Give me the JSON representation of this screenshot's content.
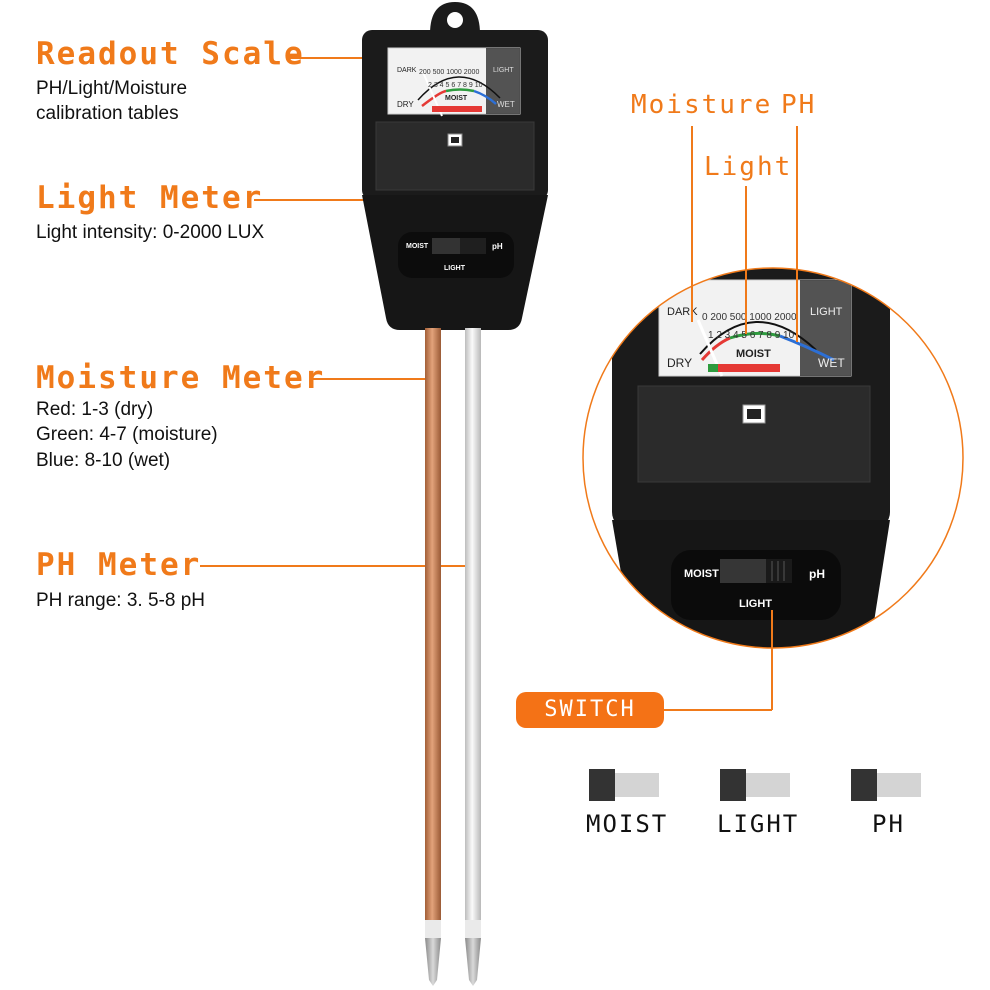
{
  "features": [
    {
      "title": "Readout Scale",
      "desc": [
        "PH/Light/Moisture",
        "calibration tables"
      ]
    },
    {
      "title": "Light Meter",
      "desc": [
        "Light intensity: 0-2000 LUX"
      ]
    },
    {
      "title": "Moisture Meter",
      "desc": [
        "Red: 1-3 (dry)",
        "Green: 4-7 (moisture)",
        "Blue: 8-10 (wet)"
      ]
    },
    {
      "title": "PH Meter",
      "desc": [
        "PH range: 3. 5-8 pH"
      ]
    }
  ],
  "device": {
    "dial": {
      "top_left": "DARK",
      "top_right": "LIGHT",
      "bottom_left": "DRY",
      "bottom_right": "WET",
      "center": "MOIST",
      "lux_ticks": "200 500 1000 2000",
      "scale_numbers": "2 3 4 5 6 7 8 9 10"
    },
    "switch": {
      "left": "MOIST",
      "right": "pH",
      "bottom": "LIGHT"
    }
  },
  "zoom": {
    "labels": {
      "moisture": "Moisture",
      "ph": "PH",
      "light": "Light"
    },
    "dial": {
      "top_left": "DARK",
      "top_right": "LIGHT",
      "bottom_left": "DRY",
      "bottom_right": "WET",
      "center": "MOIST",
      "lux_ticks": "0 200 500 1000 2000",
      "scale_numbers": "1 2 3 4 5 6 7 8 9 10"
    },
    "switch": {
      "left": "MOIST",
      "right": "pH",
      "bottom": "LIGHT"
    }
  },
  "switch_label": "SWITCH",
  "switch_positions": [
    "MOIST",
    "LIGHT",
    "PH"
  ],
  "colors": {
    "accent": "#f07a1a",
    "copper": "#c9845a",
    "silver": "#e6e6e6",
    "body": "#1b1b1b"
  }
}
